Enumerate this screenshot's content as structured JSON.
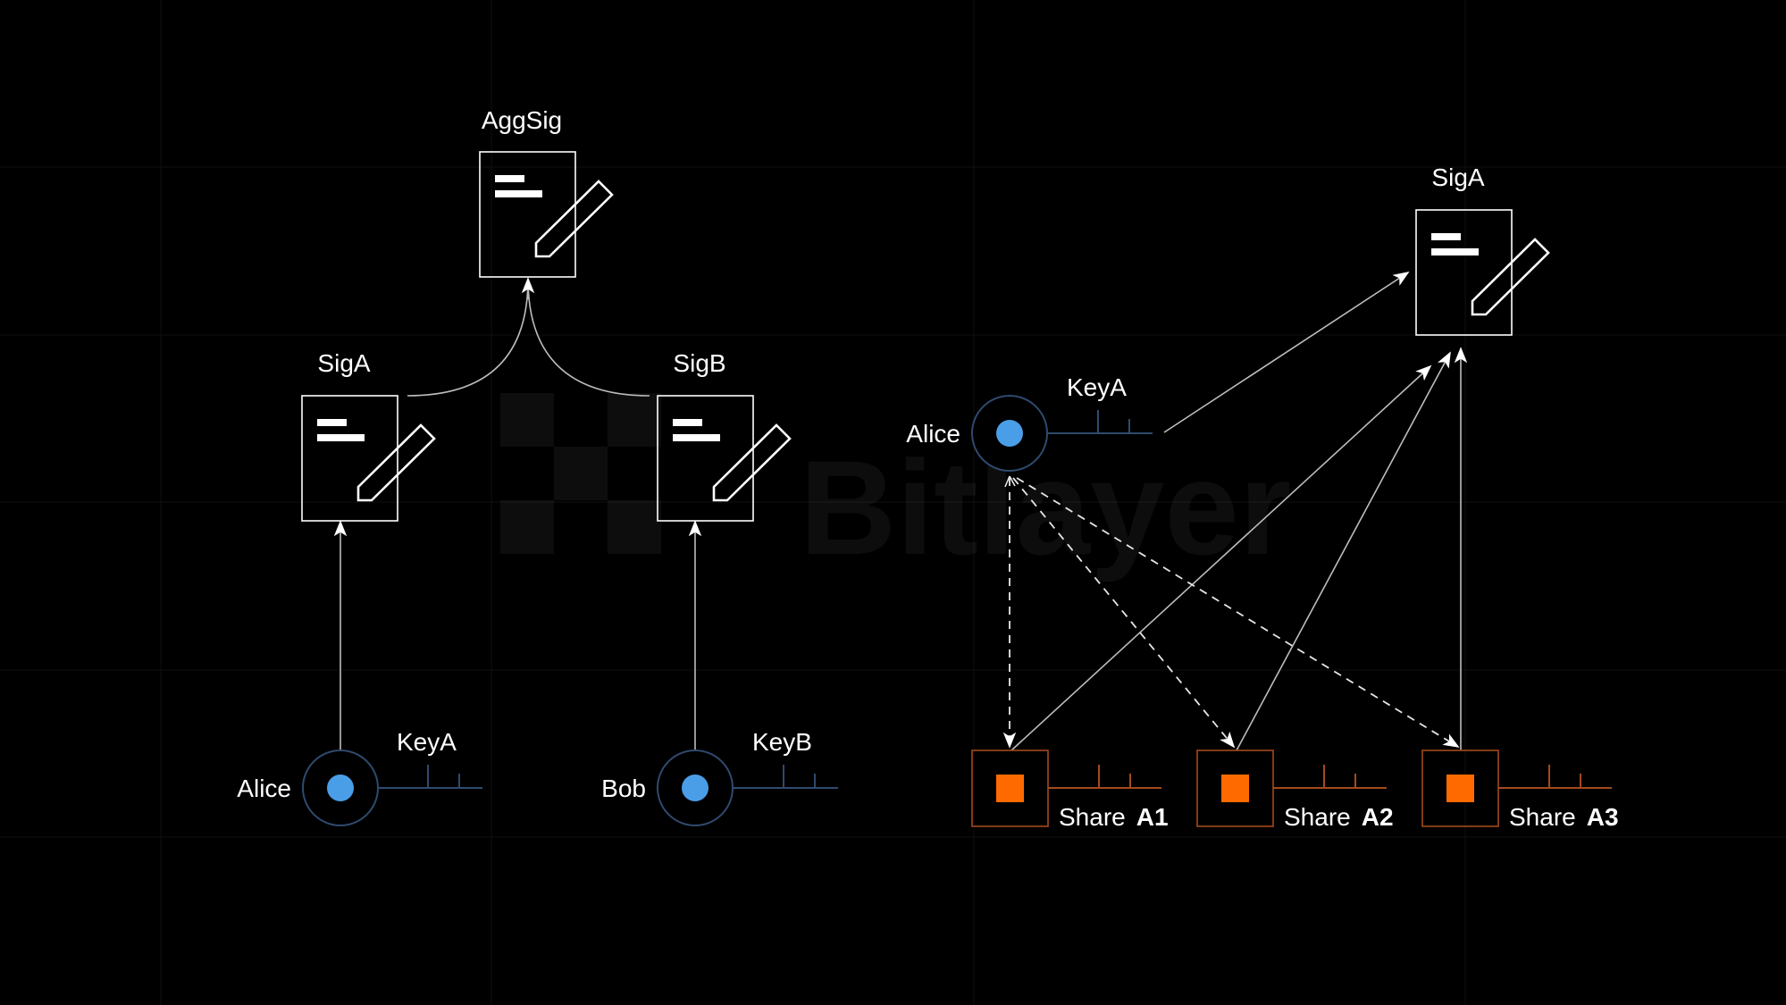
{
  "watermark": "Bitlayer",
  "left": {
    "aggsig_label": "AggSig",
    "siga_label": "SigA",
    "sigb_label": "SigB",
    "alice_label": "Alice",
    "keya_label": "KeyA",
    "bob_label": "Bob",
    "keyb_label": "KeyB"
  },
  "right": {
    "siga_label": "SigA",
    "alice_label": "Alice",
    "keya_label": "KeyA",
    "shares": [
      {
        "prefix": "Share",
        "id": "A1"
      },
      {
        "prefix": "Share",
        "id": "A2"
      },
      {
        "prefix": "Share",
        "id": "A3"
      }
    ]
  },
  "colors": {
    "background": "#000000",
    "key_fill": "#4a9ee8",
    "share_fill": "#ff6a00",
    "share_stroke": "#a34a1c"
  }
}
